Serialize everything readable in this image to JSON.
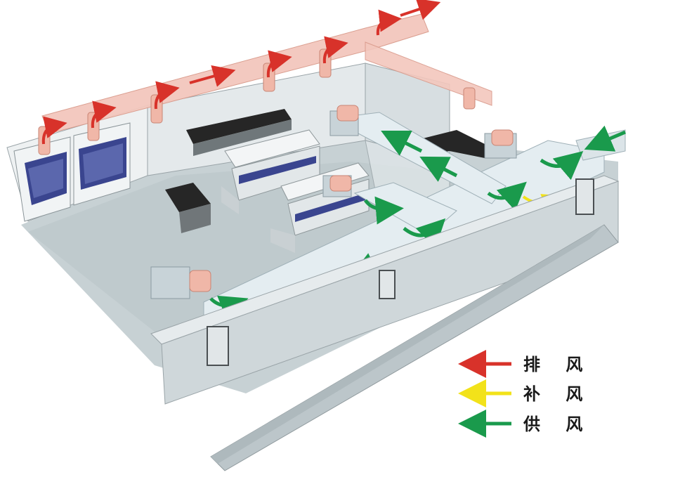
{
  "legend": {
    "items": [
      {
        "label": "排 风",
        "color": "#d8322a",
        "key": "exhaust"
      },
      {
        "label": "补 风",
        "color": "#f2e21a",
        "key": "makeup"
      },
      {
        "label": "供 风",
        "color": "#1a9a4c",
        "key": "supply"
      }
    ]
  },
  "colors": {
    "exhaust_duct": "#f3c7bd",
    "supply_duct": "#dfeaf0",
    "wall": "#d5dcdf",
    "floor": "#bfc9cc",
    "fume_hood": "#2e3a8c",
    "bench_top": "#2a2a2a"
  },
  "icons": [
    "exhaust-arrow-icon",
    "makeup-arrow-icon",
    "supply-arrow-icon"
  ]
}
